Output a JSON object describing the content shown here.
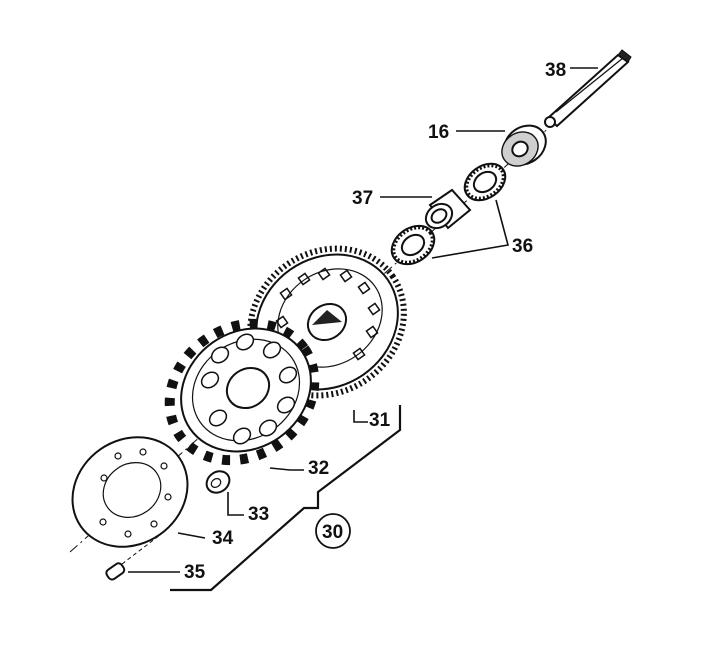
{
  "labels": {
    "l38": "38",
    "l16": "16",
    "l37": "37",
    "l36": "36",
    "l31": "31",
    "l32": "32",
    "l33": "33",
    "l30": "30",
    "l34": "34",
    "l35": "35"
  }
}
